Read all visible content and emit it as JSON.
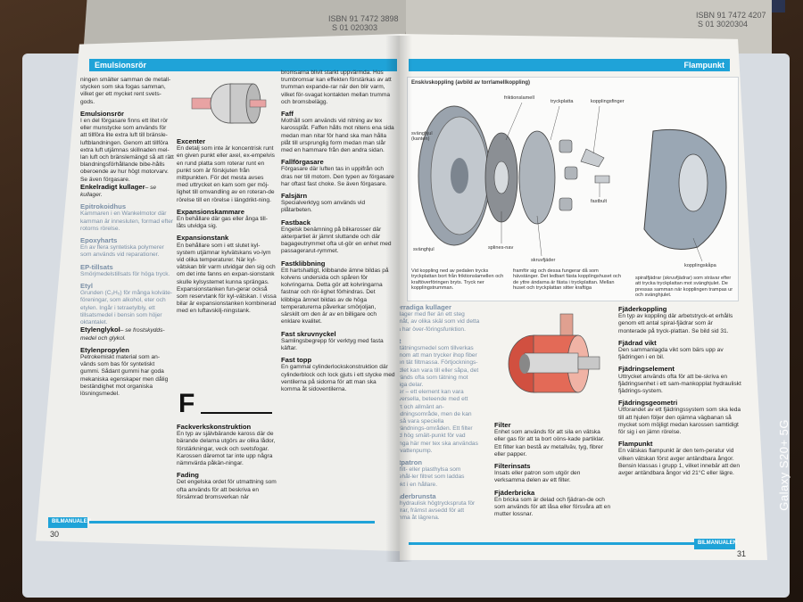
{
  "isbn": {
    "left_top": "ISBN 91 7472 3898",
    "left_bottom": "S 01 020303",
    "right_top": "ISBN 91 7472 4207",
    "right_bottom": "S 01 3020304"
  },
  "left_page": {
    "header": "Emulsionsrör",
    "page_number": "30",
    "footer_logo": "BILMANUALEN",
    "col1": [
      {
        "t": "text",
        "v": "ningen smälter samman de metall-stycken som ska fogas samman, vilket ger ett mycket rent svets-gods."
      },
      {
        "t": "h",
        "v": "Emulsionsrör"
      },
      {
        "t": "text",
        "v": "I en del förgasare finns ett litet rör eller munstycke som används för att tillföra lite extra luft till bränsle-luftblandningen. Genom att tillföra extra luft utjämnas skillnaden mel-lan luft och bränslemängd så att rätt blandningsförhållande bibe-hålls oberoende av hur högt motorvarv. Se även förgasare."
      },
      {
        "t": "h",
        "v": "Enkelradigt kullager"
      },
      {
        "t": "it",
        "v": "– se kullager."
      },
      {
        "t": "fh",
        "v": "Epitrokoidhus"
      },
      {
        "t": "f",
        "v": "Kammaren i en Wankelmotor där kamman är innesluten, formad efter rotorns rörelse."
      },
      {
        "t": "fh",
        "v": "Epoxyharts"
      },
      {
        "t": "f",
        "v": "En av flera syntetiska polymerer som används vid reparationer."
      },
      {
        "t": "fh",
        "v": "EP-tillsats"
      },
      {
        "t": "f",
        "v": "Smörjmedelstillsats för höga tryck."
      },
      {
        "t": "fh",
        "v": "Etyl"
      },
      {
        "t": "f",
        "v": "Grunden (C₂H₅) för många kolväte-föreningar, som alkohol, eter och etylen. Ingår i tetraetylbly, ett tillsatsmedel i bensin som höjer oktantalet."
      },
      {
        "t": "h",
        "v": "Etylenglykol"
      },
      {
        "t": "it",
        "v": "– se frostskydds-medel och glykol."
      },
      {
        "t": "h",
        "v": "Etylenpropylen"
      },
      {
        "t": "text",
        "v": "Petrokemiskt material som an-vänds som bas för syntetiskt gummi. Sådant gummi har goda mekaniska egenskaper men dålig beständighet mot organiska lösningsmedel."
      }
    ],
    "col2": [
      {
        "t": "h",
        "v": "Excenter"
      },
      {
        "t": "text",
        "v": "En detalj som inte är koncentrisk runt en given punkt eller axel, ex-empelvis en rund platta som roterar runt en punkt som är förskjuten från mittpunkten. För det mesta avses med uttrycket en kam som ger möj-lighet till omvandling av en roteran-de rörelse till en rörelse i längdrikt-ning."
      },
      {
        "t": "h",
        "v": "Expansionskammare"
      },
      {
        "t": "text",
        "v": "En behållare där gas eller ånga till-låts utvidga sig."
      },
      {
        "t": "h",
        "v": "Expansionstank"
      },
      {
        "t": "text",
        "v": "En behållare som i ett slutet kyl-system utjämnar kylvätskans vo-lym vid olika temperaturer. När kyl-vätskan blir varm utvidgar den sig och om det inte fanns en expan-sionstank skulle kylsystemet kunna sprängas. Expansionstanken fun-gerar också som reservtank för kyl-vätskan. I vissa bilar är expansionstanken kombinerad med en luftavskilj-ningstank."
      }
    ],
    "big_letter": "F",
    "col2_lower": [
      {
        "t": "h",
        "v": "Fackverkskonstruktion"
      },
      {
        "t": "text",
        "v": "En typ av självbärande kaross där de bärande delarna utgörs av olika lådor, förstärkningar, veck och svetsfogar. Karossen däremot tar inte upp några nämnvärda påkän-ningar."
      },
      {
        "t": "h",
        "v": "Fading"
      },
      {
        "t": "text",
        "v": "Det engelska ordet för utmattning som ofta används för att beskriva en försämrad bromsverkan när"
      }
    ],
    "col3": [
      {
        "t": "text",
        "v": "bromsarna blivit starkt uppvärmda. Hos trumbromsar kan effekten förstärkas av att trumman expande-rar när den blir varm, vilket för-svagat kontakten mellan trumma och bromsbelägg."
      },
      {
        "t": "h",
        "v": "Faff"
      },
      {
        "t": "text",
        "v": "Mothåll som används vid nitning av tex karossplåt. Faffen hålls mot nitens ena sida medan man nitar för hand ska man hålla plåt till ursprunglig form medan man slår med en hammare från den andra sidan."
      },
      {
        "t": "h",
        "v": "Fallförgasare"
      },
      {
        "t": "text",
        "v": "Förgasare där luften tas in uppifrån och dras ner till motorn. Den typen av förgasare har oftast fast choke. Se även förgasare."
      },
      {
        "t": "h",
        "v": "Falsjärn"
      },
      {
        "t": "text",
        "v": "Specialverktyg som används vid plåtarbeten."
      },
      {
        "t": "h",
        "v": "Fastback"
      },
      {
        "t": "text",
        "v": "Engelsk benämning på bilkarosser där akterpartiet är jämnt sluttande och där bagageutrymmet ofta ut-gör en enhet med passagerarut-rymmet."
      },
      {
        "t": "h",
        "v": "Fastklibbning"
      },
      {
        "t": "text",
        "v": "Ett hartshaltigt, klibbande ämne bildas på kolvens undersida och spåren för kolvringarna. Detta gör att kolvringarna fastnar och rör-lighet förhindras. Det klibbiga ämnet bildas av de höga temperaturerna påverkar smörjoljan, särskilt om den är av en billigare och enklare kvalitet."
      },
      {
        "t": "h",
        "v": "Fast skruvnyckel"
      },
      {
        "t": "text",
        "v": "Samlingsbegrepp för verktyg med fasta käftar."
      },
      {
        "t": "h",
        "v": "Fast topp"
      },
      {
        "t": "text",
        "v": "En gammal cylinderlockskonstruktion där cylinderblock och lock gjuts i ett stycke med ventilerna på sidorna för att man ska komma åt sidoventilerna."
      }
    ]
  },
  "right_page": {
    "header": "Flampunkt",
    "page_number": "31",
    "footer_logo": "BILMANUALEN",
    "diagram": {
      "title": "Enskivskoppling (avbild av torrlamellkoppling)",
      "labels": {
        "friktionslamell": "friktionslamell",
        "tryckplatta": "tryckplatta",
        "kopplingsfinger": "kopplingsfinger",
        "fastbult": "fastbult",
        "svanghjul": "svänghjul",
        "splinesnav": "splines-nav",
        "skruvfjader": "skruvfjäder",
        "kopplingskapa": "kopplingskåpa",
        "svanghjul_left": "svänghjul (kanten)"
      },
      "cap1": "Vid koppling ned av pedalen trycks tryckplattan bort från friktionslamellen och kraftöverföringen bryts. Tryck ner kopplingstrumman.",
      "cap2": "framför sig och dessa fungerar då som hävstänger. Det ledbart fästa kopplingshuset och de yttre ändarna är fästa i tryckplattan. Mellan huset och tryckplattan sitter kraftiga",
      "cap3": "spiralfjädrar (skruvfjädrar) som strävar efter att trycka tryckplattan mot svänghjulet. De pressas samman när kopplingen trampas ur och svänghjulet."
    },
    "col1": [
      {
        "t": "fh",
        "v": "Flerradiga kullager"
      },
      {
        "t": "f",
        "v": "Ett lager med fler än ett steg framåt, av olika skäl som vid detta ofta har över-föringsfunktion."
      },
      {
        "t": "fh",
        "v": "Filt"
      },
      {
        "t": "f",
        "v": "Ett tätningsmedel som tillverkas ge-nom att man trycker ihop fiber till en tät filtmassa. Förtjocknings-medlet kan vara till eller såpa, det används ofta som tätning mot rörliga delar."
      },
      {
        "t": "f",
        "v": "Filter – ett element kan vara universella, beteende med ett stort och allmänt an-vändningsområde, men de kan också vara speciella användnings-områden. Ett filter med hög smält-punkt för vad många här mer tex ska användas vid vattenpump."
      },
      {
        "t": "fh",
        "v": "Filtpatron"
      },
      {
        "t": "f",
        "v": "En filt- eller plasthylsa som innehål-ler filtret som laddas direkt i en hållare."
      },
      {
        "t": "fh",
        "v": "Fjäderbrunsta"
      },
      {
        "t": "f",
        "v": "En hydraulisk högtryckspruta för fjädrar, främst avsedd för att komma åt lägrena."
      }
    ],
    "col2": [
      {
        "t": "h",
        "v": "Filter"
      },
      {
        "t": "text",
        "v": "Enhet som används för att sila en vätska eller gas för att ta bort oöns-kade partiklar. Ett filter kan bestå av metallväv, tyg, fibrer eller papper."
      },
      {
        "t": "h",
        "v": "Filterinsats"
      },
      {
        "t": "text",
        "v": "Insats eller patron som utgör den verksamma delen av ett filter."
      },
      {
        "t": "h",
        "v": "Fjäderbricka"
      },
      {
        "t": "text",
        "v": "En bricka som är delad och fjädran-de och som används för att låsa eller försvåra att en mutter lossnar."
      }
    ],
    "col3": [
      {
        "t": "h",
        "v": "Fjäderkoppling"
      },
      {
        "t": "text",
        "v": "En typ av koppling där arbetstryck-et erhålls genom ett antal spiral-fjädrar som är monterade på tryck-plattan. Se bild sid 31."
      },
      {
        "t": "h",
        "v": "Fjädrad vikt"
      },
      {
        "t": "text",
        "v": "Den sammanlagda vikt som bärs upp av fjädringen i en bil."
      },
      {
        "t": "h",
        "v": "Fjädringselement"
      },
      {
        "t": "text",
        "v": "Uttrycket används ofta för att be-skriva en fjädringsenhet i ett sam-mankopplat hydrauliskt fjädrings-system."
      },
      {
        "t": "h",
        "v": "Fjädringsgeometri"
      },
      {
        "t": "text",
        "v": "Utforandet av ett fjädringssystem som ska leda till att hjulen följer den ojämna vägbanan så mycket som möjligt medan karossen samtidigt för sig i en jämn rörelse."
      },
      {
        "t": "h",
        "v": "Flampunkt"
      },
      {
        "t": "text",
        "v": "En vätskas flampunkt är den tem-peratur vid vilken vätskan först avger antändbara ångor. Bensin klassas i grupp 1, vilket innebär att den avger antändbara ångor vid 21°C eller lägre."
      }
    ]
  },
  "watermark": "Galaxy S20+ 5G",
  "colors": {
    "accent_blue": "#1fa3d8",
    "faded_text": "#7a8fa6",
    "gear_silver": "#9aa3ad",
    "red_part": "#c8352b"
  }
}
